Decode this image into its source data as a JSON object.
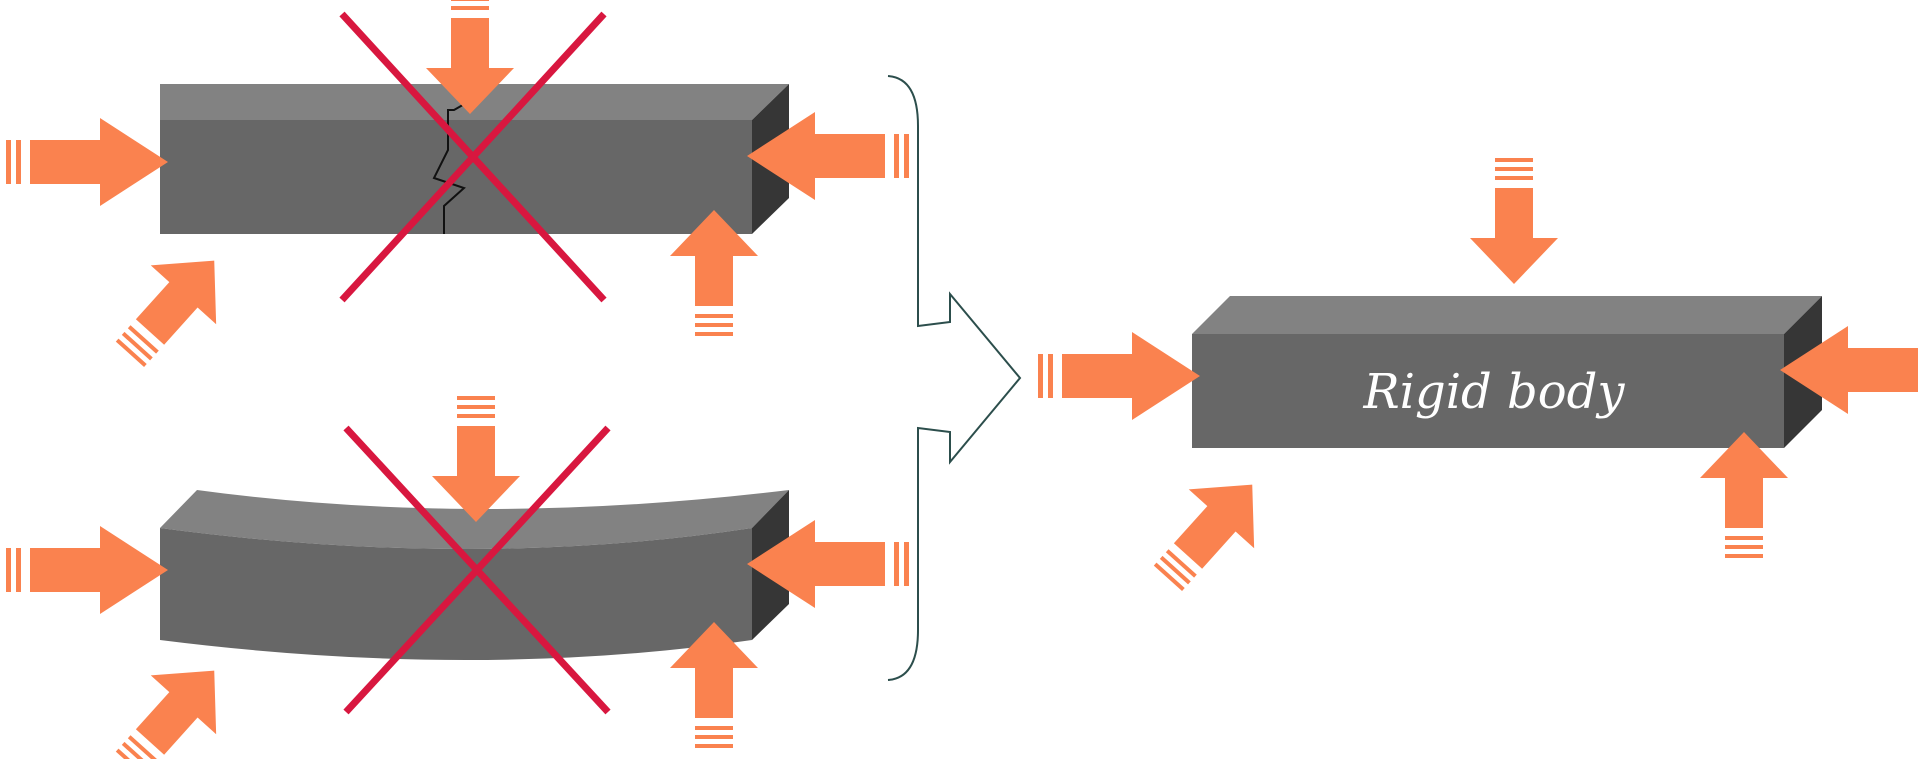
{
  "diagram": {
    "rigid_body_label": "Rigid body"
  },
  "colors": {
    "background": "#ffffff",
    "bar_front": "#676767",
    "bar_top": "#828282",
    "bar_side": "#363636",
    "force_arrow": "#fa824f",
    "cross_mark": "#d8173f",
    "bracket_stroke": "#2c4e4c",
    "crack_line": "#111111",
    "label_text": "#ffffff"
  },
  "elements": {
    "bars": [
      "fractured-bar",
      "bent-bar",
      "rigid-bar"
    ],
    "rejected_cases": [
      "fracture",
      "bending"
    ],
    "icons": [
      "force-arrow-icon",
      "cross-mark-icon",
      "brace-arrow-icon"
    ]
  }
}
